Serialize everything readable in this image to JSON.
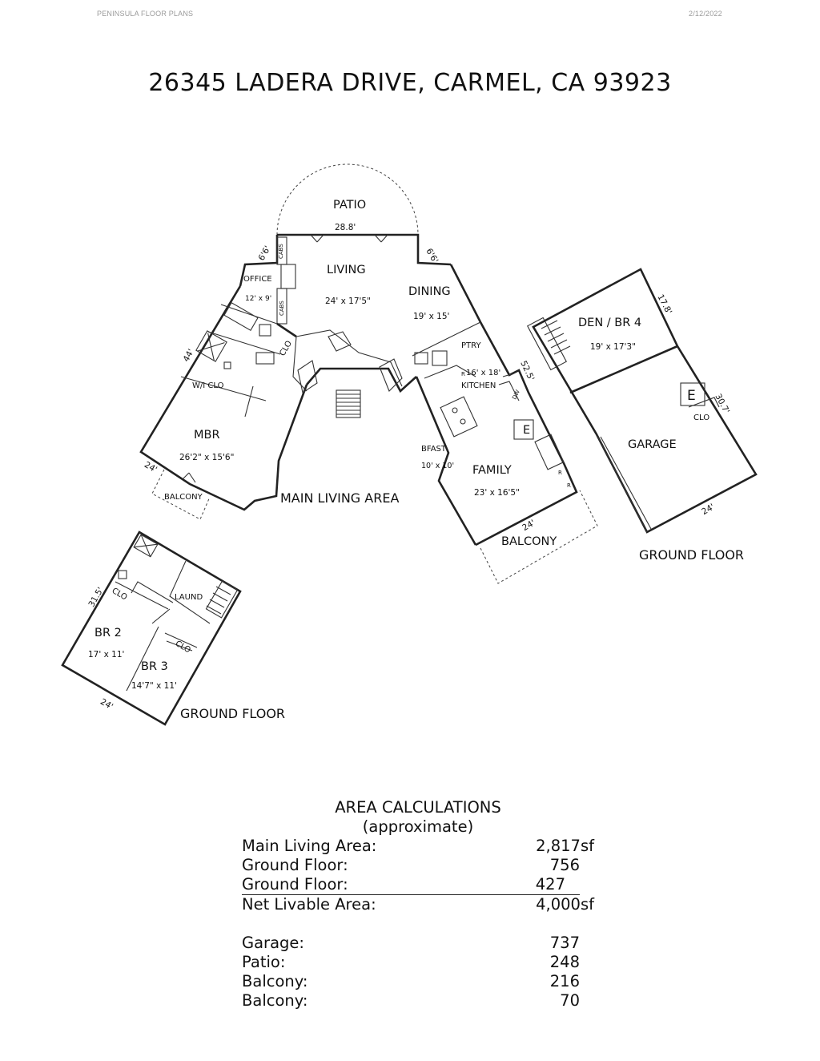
{
  "header": {
    "company": "PENINSULA FLOOR PLANS",
    "date": "2/12/2022"
  },
  "title": "26345 LADERA DRIVE, CARMEL, CA 93923",
  "plan": {
    "main": {
      "section_label": "MAIN LIVING AREA",
      "patio": {
        "name": "PATIO",
        "dim": "28.8'"
      },
      "living": {
        "name": "LIVING",
        "size": "24' x 17'5\""
      },
      "dining": {
        "name": "DINING",
        "size": "19' x 15'"
      },
      "office": {
        "name": "OFFICE",
        "size": "12' x 9'"
      },
      "mbr": {
        "name": "MBR",
        "size": "26'2\" x 15'6\""
      },
      "wi_clo": "W/I CLO",
      "clo": "CLO",
      "cabs": "CABS",
      "balcony_left": "BALCONY",
      "ptry": "PTRY",
      "kitchen": {
        "name": "KITCHEN",
        "size": "16' x 18'"
      },
      "dw": "DW",
      "r": "R",
      "bfast": {
        "name": "BFAST",
        "size": "10' x 10'"
      },
      "family": {
        "name": "FAMILY",
        "size": "23' x 16'5\""
      },
      "e": "E",
      "balcony_right": "BALCONY",
      "dims": {
        "d_6_6_left": "6'6'",
        "d_6_6_right": "6'6'",
        "d_44": "44'",
        "d_52_5": "52.5'",
        "d_24_left": "24'",
        "d_24_right": "24'"
      }
    },
    "ground_right": {
      "section_label": "GROUND FLOOR",
      "den": {
        "name": "DEN / BR 4",
        "size": "19' x 17'3\""
      },
      "garage": {
        "name": "GARAGE"
      },
      "e": "E",
      "clo": "CLO",
      "dims": {
        "d_17_8": "17.8'",
        "d_30_7": "30.7'",
        "d_24": "24'"
      }
    },
    "ground_left": {
      "section_label": "GROUND FLOOR",
      "laund": "LAUND",
      "clo": "CLO",
      "clo2": "CLO",
      "br2": {
        "name": "BR 2",
        "size": "17' x 11'"
      },
      "br3": {
        "name": "BR 3",
        "size": "14'7\" x 11'"
      },
      "dims": {
        "d_31_5": "31.5'",
        "d_24": "24'"
      }
    }
  },
  "area_calc": {
    "title": "AREA CALCULATIONS",
    "subtitle": "(approximate)",
    "rows": [
      {
        "label": "Main Living Area:",
        "value": "2,817sf"
      },
      {
        "label": "Ground Floor:",
        "value": "756"
      },
      {
        "label": "Ground Floor:",
        "value": "427"
      },
      {
        "label": "Net Livable Area:",
        "value": "4,000sf"
      }
    ],
    "rows2": [
      {
        "label": "Garage:",
        "value": "737"
      },
      {
        "label": "Patio:",
        "value": "248"
      },
      {
        "label": "Balcony:",
        "value": "216"
      },
      {
        "label": "Balcony:",
        "value": "70"
      }
    ]
  }
}
